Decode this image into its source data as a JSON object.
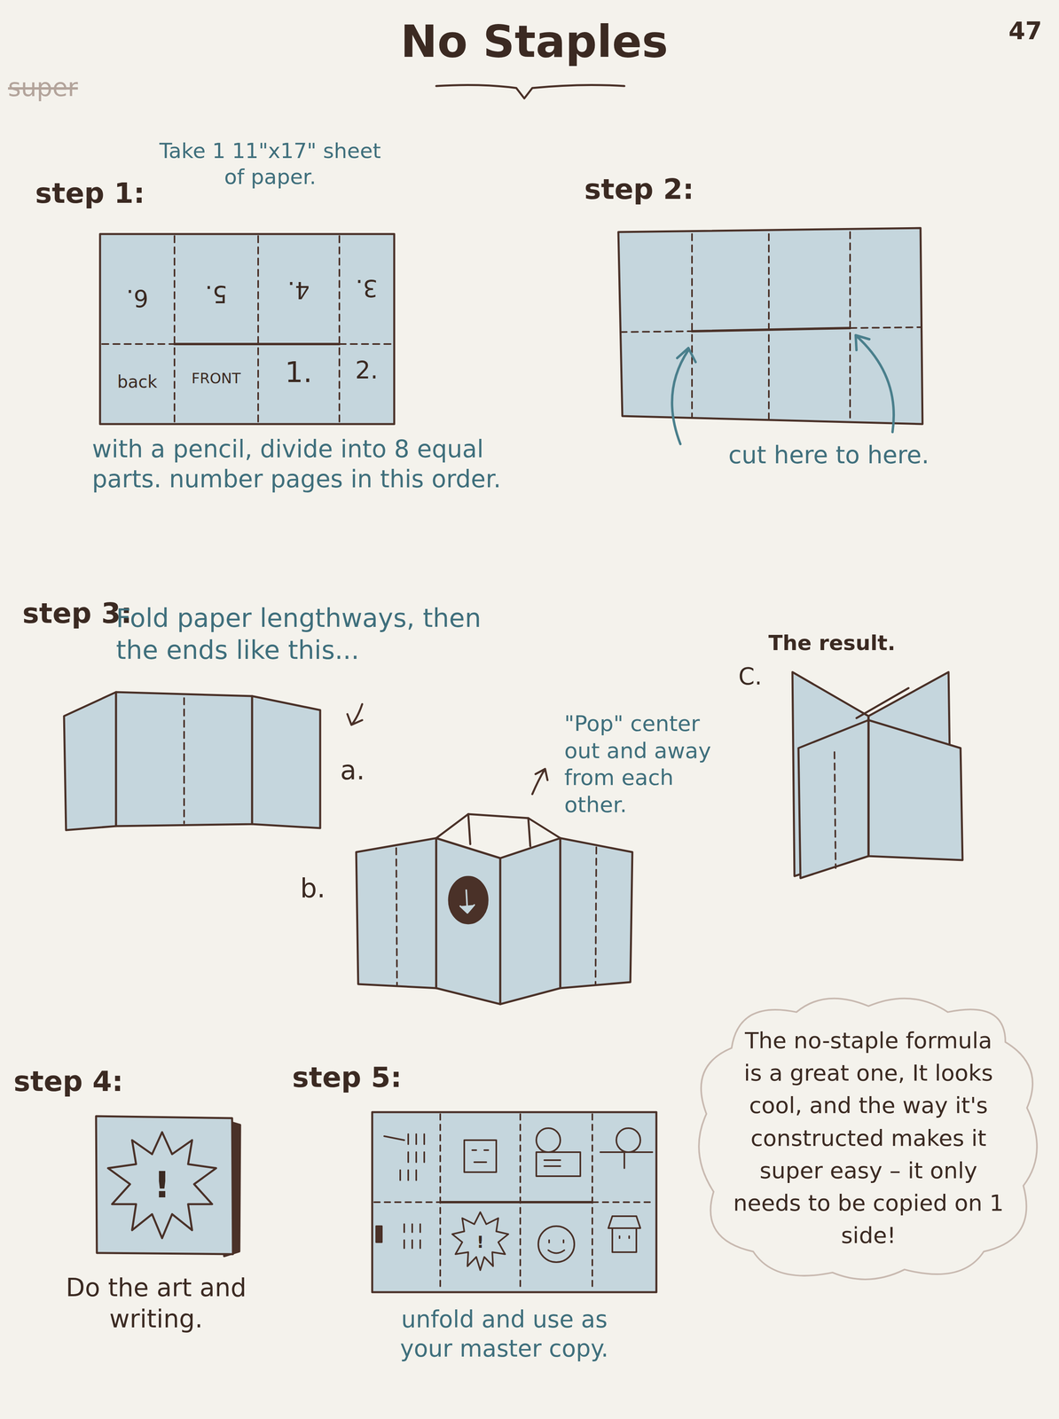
{
  "diagram": {
    "title": "No Staples",
    "nodes": [
      {
        "text": [
          "The no-staple formula is a great one, It looks cool, and the way it's constructed makes it super easy – it only needs to be copied on 1 side!"
        ]
      }
    ],
    "labels": [
      "47",
      "super",
      "step 1:",
      "Take 1 11\"x17\" sheet of paper.",
      "6.",
      "5.",
      "4.",
      "3.",
      "back",
      "FRONT",
      "1.",
      "2.",
      "with a pencil, divide into 8 equal parts. number pages in this order.",
      "step 2:",
      "cut here to here.",
      "step 3:",
      "Fold paper lengthways, then the ends like this...",
      "a.",
      "\"Pop\" center out and away from each other.",
      "b.",
      "The result.",
      "C.",
      "step 4:",
      "!",
      "Do the art and writing.",
      "step 5:",
      "!",
      "unfold and use as your master copy."
    ]
  }
}
